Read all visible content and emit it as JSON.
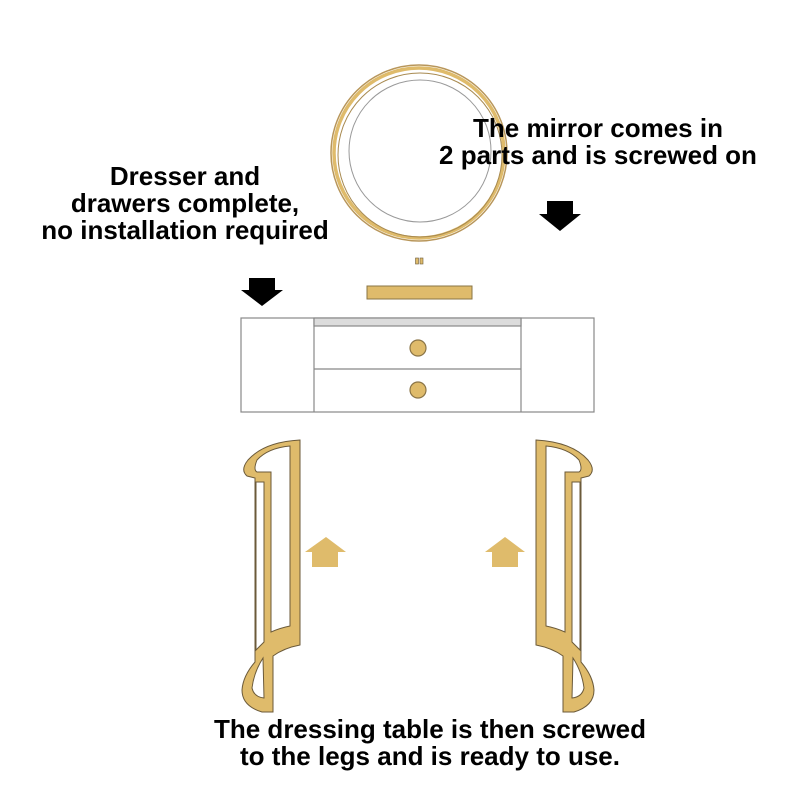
{
  "captions": {
    "mirror": [
      "The mirror comes in",
      "2 parts and is screwed on"
    ],
    "dresser": [
      "Dresser and",
      "drawers complete,",
      "no installation required"
    ],
    "legs": [
      "The dressing table is then screwed",
      "to the legs and is ready to use."
    ]
  },
  "colors": {
    "gold": "#dfbb6b",
    "outline": "#6b5a3a",
    "frame": "#888888",
    "arrow": "#000000"
  }
}
